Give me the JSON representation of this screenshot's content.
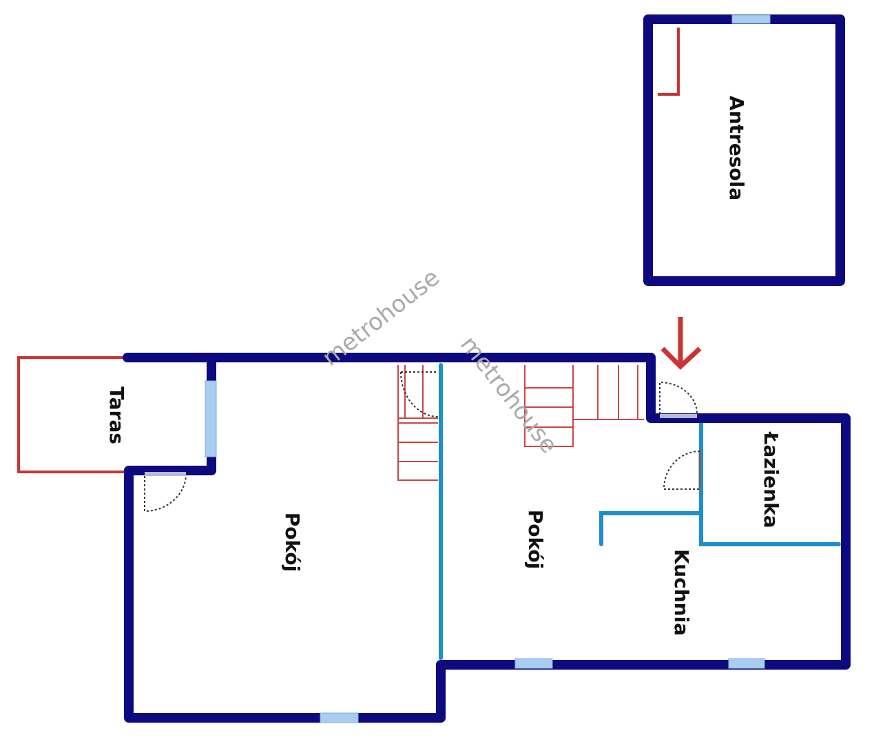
{
  "rooms": {
    "antresola": "Antresola",
    "taras": "Taras",
    "pokoj_left": "Pokój",
    "pokoj_right": "Pokój",
    "lazienka": "Łazienka",
    "kuchnia": "Kuchnia"
  },
  "watermark": "metrohouse",
  "colors": {
    "wall": "#0c0a7e",
    "interior_wall": "#1d8fd0",
    "stairs": "#cc4444",
    "window": "#a9cdf0"
  }
}
